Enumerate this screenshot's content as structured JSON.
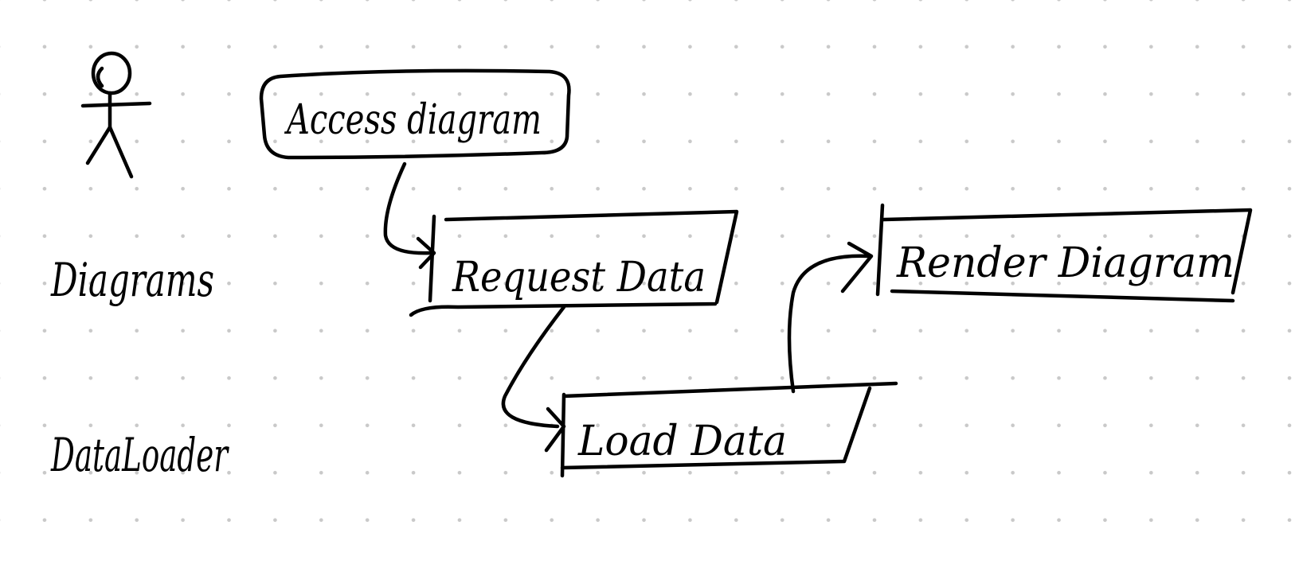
{
  "diagram": {
    "kind": "hand-drawn activity diagram on dotted grid",
    "colors": {
      "ink": "#000000",
      "background": "#ffffff",
      "grid_dot": "#c9c9c9"
    },
    "lanes": [
      {
        "id": "user",
        "label": "",
        "icon": "stick-figure-icon"
      },
      {
        "id": "diagrams",
        "label": "Diagrams"
      },
      {
        "id": "dataloader",
        "label": "DataLoader"
      }
    ],
    "nodes": [
      {
        "id": "access",
        "label": "Access diagram",
        "lane": "user",
        "shape": "rounded-rect"
      },
      {
        "id": "request",
        "label": "Request Data",
        "lane": "diagrams",
        "shape": "parallelogram"
      },
      {
        "id": "load",
        "label": "Load Data",
        "lane": "dataloader",
        "shape": "parallelogram"
      },
      {
        "id": "render",
        "label": "Render Diagram",
        "lane": "diagrams",
        "shape": "parallelogram"
      }
    ],
    "edges": [
      {
        "from": "access",
        "to": "request"
      },
      {
        "from": "request",
        "to": "load"
      },
      {
        "from": "load",
        "to": "render"
      }
    ]
  }
}
